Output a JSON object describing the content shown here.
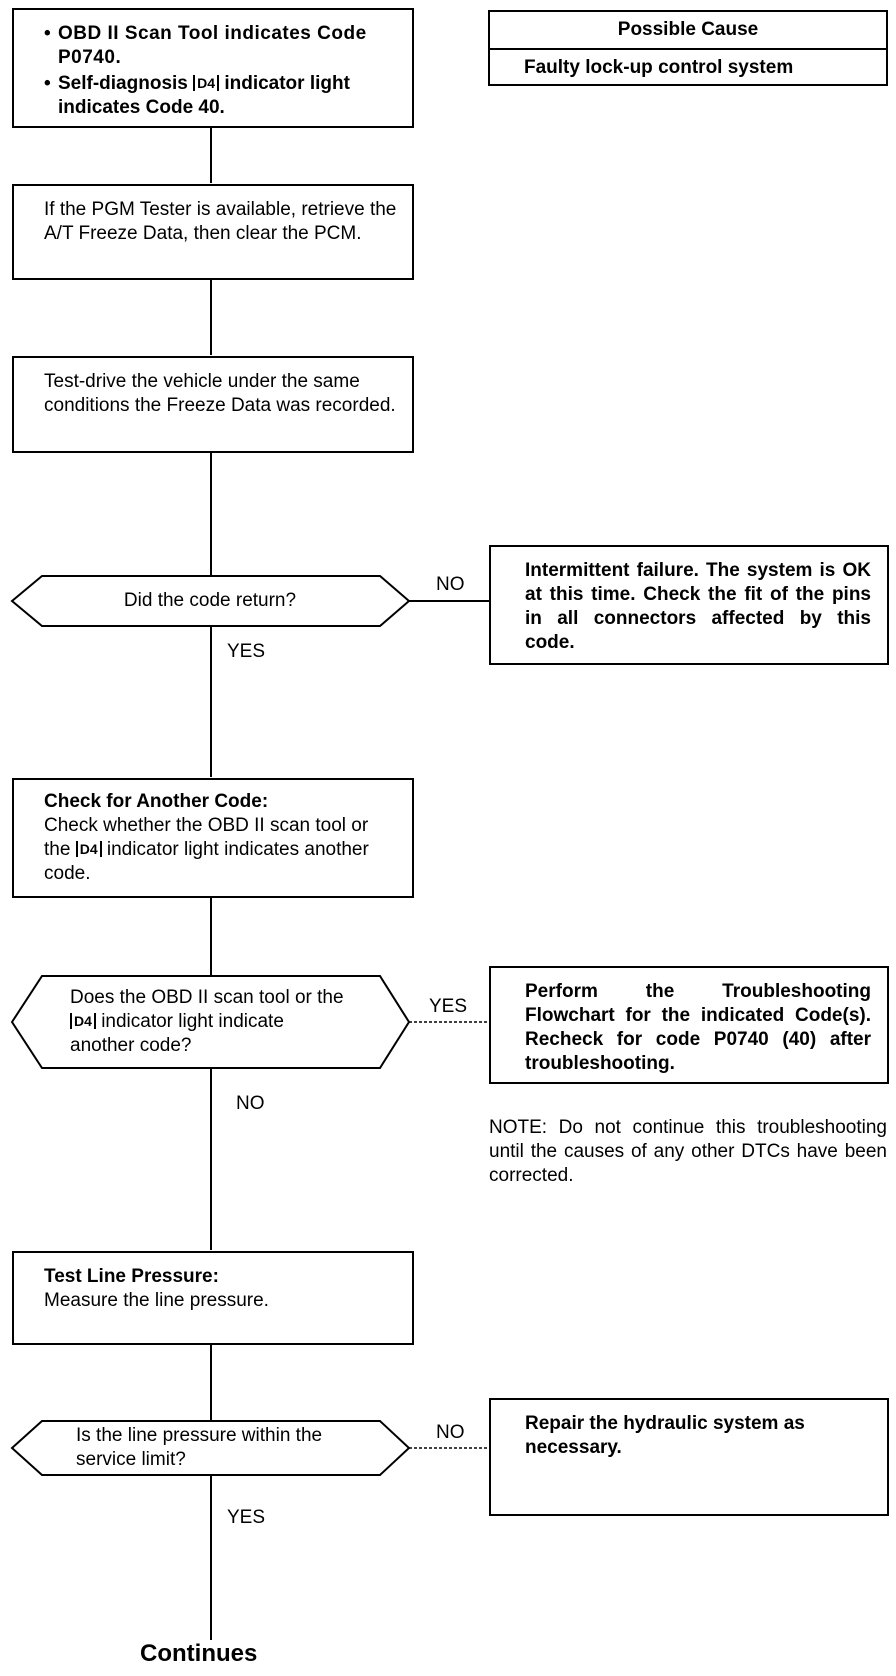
{
  "start_box": {
    "items": [
      {
        "pre": "OBD II Scan Tool indicates Code P0740.",
        "badge": "",
        "post": ""
      },
      {
        "pre": "Self-diagnosis",
        "badge": "D4",
        "post": "indicator light indicates Code 40."
      }
    ]
  },
  "possible_cause": {
    "header": "Possible Cause",
    "cause": "Faulty lock-up control system"
  },
  "step_pgm": "If the PGM Tester is available, retrieve the A/T Freeze Data, then clear the PCM.",
  "step_testdrive": "Test-drive the vehicle under the same conditions the Freeze Data was recorded.",
  "decision_code_return": {
    "question": "Did the code return?",
    "no_label": "NO",
    "yes_label": "YES",
    "no_result": "Intermittent failure. The system is OK at this time. Check the fit of the pins in all connectors affected by this code."
  },
  "step_another_code": {
    "title": "Check for Another Code:",
    "pre": "Check whether the OBD II scan tool or the",
    "badge": "D4",
    "post": "indicator light indicates another code."
  },
  "decision_another_code": {
    "pre": "Does the OBD II scan tool or the",
    "badge": "D4",
    "post": "indicator light indicate another code?",
    "yes_label": "YES",
    "no_label": "NO",
    "yes_result": "Perform the Troubleshooting Flowchart for the indicated Code(s). Recheck for code P0740 (40) after troubleshooting.",
    "note": "NOTE: Do not continue this troubleshooting until the causes of any other DTCs have been corrected."
  },
  "step_line_pressure": {
    "title": "Test Line Pressure:",
    "body": "Measure the line pressure."
  },
  "decision_line_pressure": {
    "question": "Is the line pressure within the service limit?",
    "no_label": "NO",
    "yes_label": "YES",
    "no_result": "Repair the hydraulic system as necessary."
  },
  "continues": "Continues"
}
